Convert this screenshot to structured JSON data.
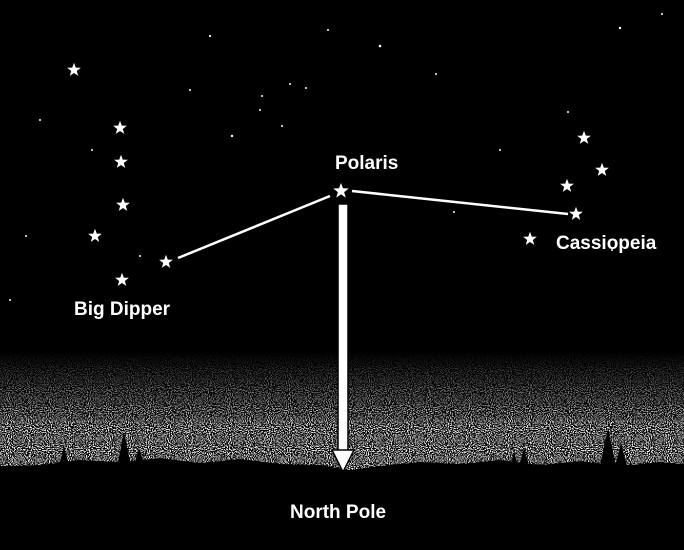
{
  "labels": {
    "polaris": "Polaris",
    "big_dipper": "Big Dipper",
    "cassiopeia": "Cassiopeia",
    "north_pole": "North Pole"
  },
  "colors": {
    "sky": "#000000",
    "star": "#ffffff",
    "line": "#ffffff",
    "ground": "#000000"
  },
  "icons": {
    "star": "star-icon",
    "tree": "tree-icon",
    "arrow": "down-arrow-icon"
  }
}
